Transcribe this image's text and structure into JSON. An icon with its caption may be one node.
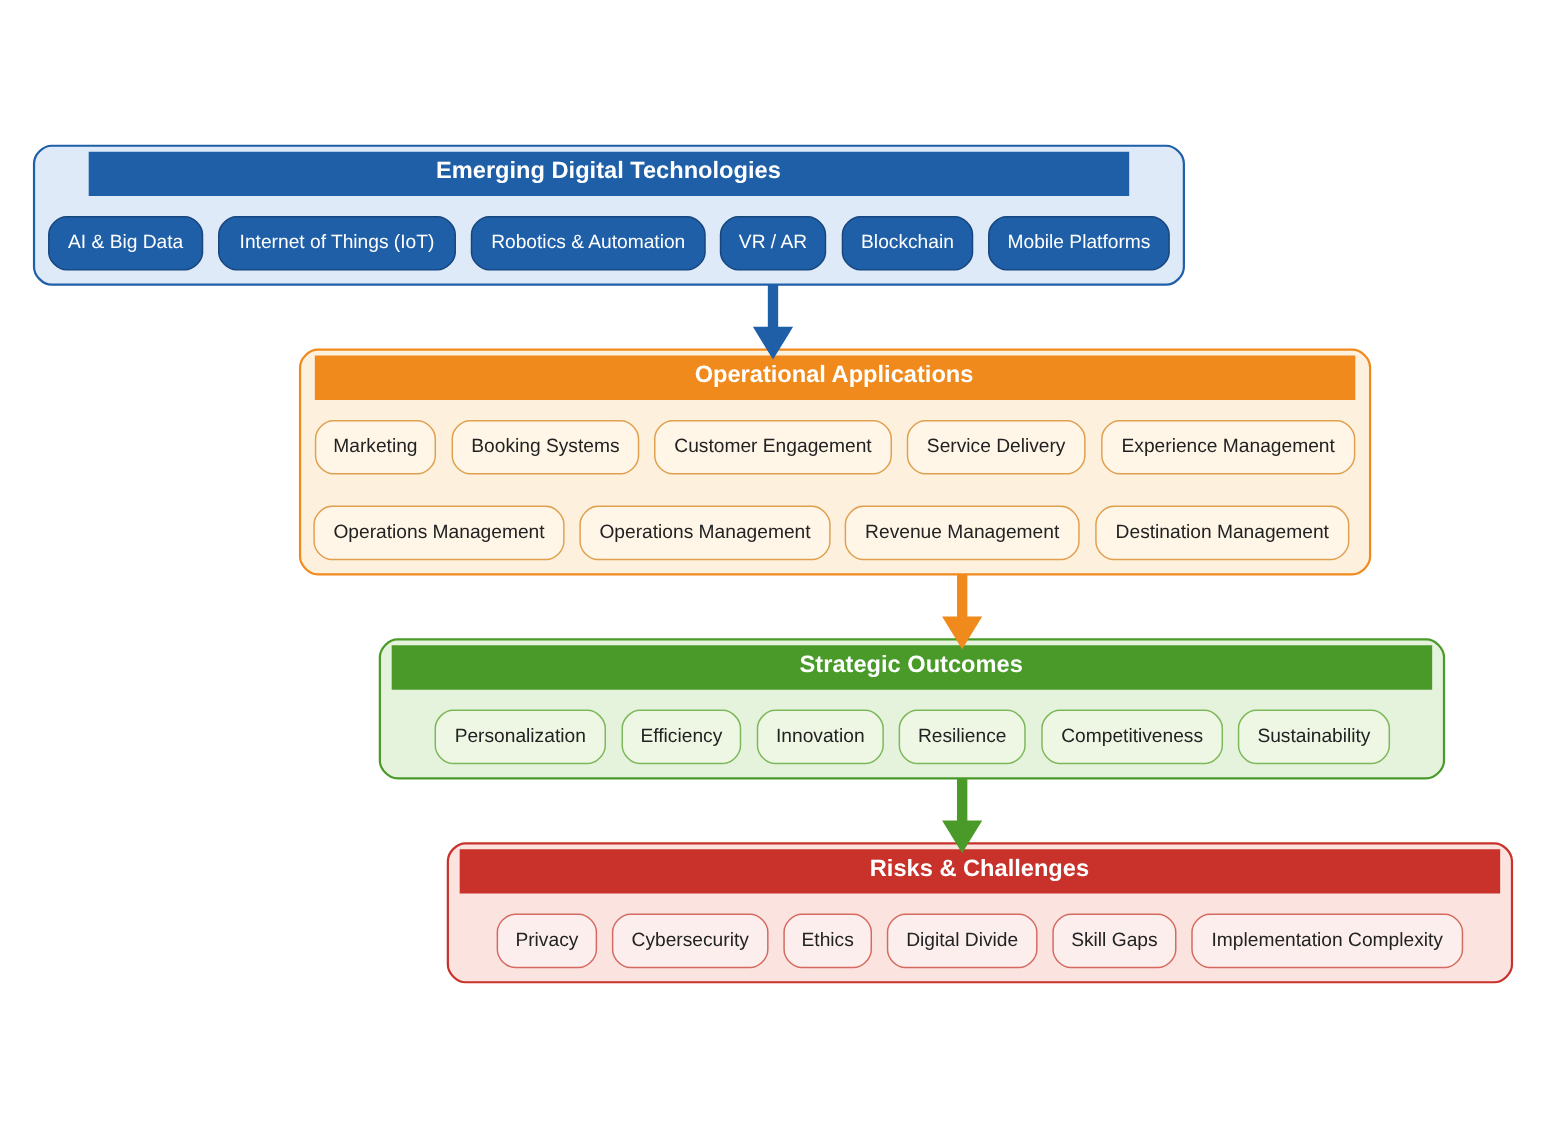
{
  "diagram": {
    "nodes": [
      {
        "text": [
          "Emerging Digital Technologies"
        ]
      },
      {
        "text": [
          "AI & Big Data"
        ],
        "in": 0
      },
      {
        "text": [
          "Internet of Things (IoT)"
        ],
        "in": 0
      },
      {
        "text": [
          "Robotics & Automation"
        ],
        "in": 0
      },
      {
        "text": [
          "VR / AR"
        ],
        "in": 0
      },
      {
        "text": [
          "Blockchain"
        ],
        "in": 0
      },
      {
        "text": [
          "Mobile Platforms"
        ],
        "in": 0
      },
      {
        "text": [
          "Operational Applications"
        ]
      },
      {
        "text": [
          "Marketing"
        ],
        "in": 7
      },
      {
        "text": [
          "Booking Systems"
        ],
        "in": 7
      },
      {
        "text": [
          "Customer Engagement"
        ],
        "in": 7
      },
      {
        "text": [
          "Service Delivery"
        ],
        "in": 7
      },
      {
        "text": [
          "Experience Management"
        ],
        "in": 7
      },
      {
        "text": [
          "Operations Management"
        ],
        "in": 7
      },
      {
        "text": [
          "Operations Management"
        ],
        "in": 7
      },
      {
        "text": [
          "Revenue Management"
        ],
        "in": 7
      },
      {
        "text": [
          "Destination Management"
        ],
        "in": 7
      },
      {
        "text": [
          "Strategic Outcomes"
        ]
      },
      {
        "text": [
          "Personalization"
        ],
        "in": 17
      },
      {
        "text": [
          "Efficiency"
        ],
        "in": 17
      },
      {
        "text": [
          "Innovation"
        ],
        "in": 17
      },
      {
        "text": [
          "Resilience"
        ],
        "in": 17
      },
      {
        "text": [
          "Competitiveness"
        ],
        "in": 17
      },
      {
        "text": [
          "Sustainability"
        ],
        "in": 17
      },
      {
        "text": [
          "Risks & Challenges"
        ]
      },
      {
        "text": [
          "Privacy"
        ],
        "in": 24
      },
      {
        "text": [
          "Cybersecurity"
        ],
        "in": 24
      },
      {
        "text": [
          "Ethics"
        ],
        "in": 24
      },
      {
        "text": [
          "Digital Divide"
        ],
        "in": 24
      },
      {
        "text": [
          "Skill Gaps"
        ],
        "in": 24
      },
      {
        "text": [
          "Implementation Complexity"
        ],
        "in": 24
      }
    ],
    "edges": [
      {
        "from": 0,
        "to": 7,
        "arrow": "to",
        "color": "#1f5fa8"
      },
      {
        "from": 7,
        "to": 17,
        "arrow": "to",
        "color": "#f08a1c"
      },
      {
        "from": 17,
        "to": 24,
        "arrow": "to",
        "color": "#4a9a2a"
      }
    ]
  }
}
